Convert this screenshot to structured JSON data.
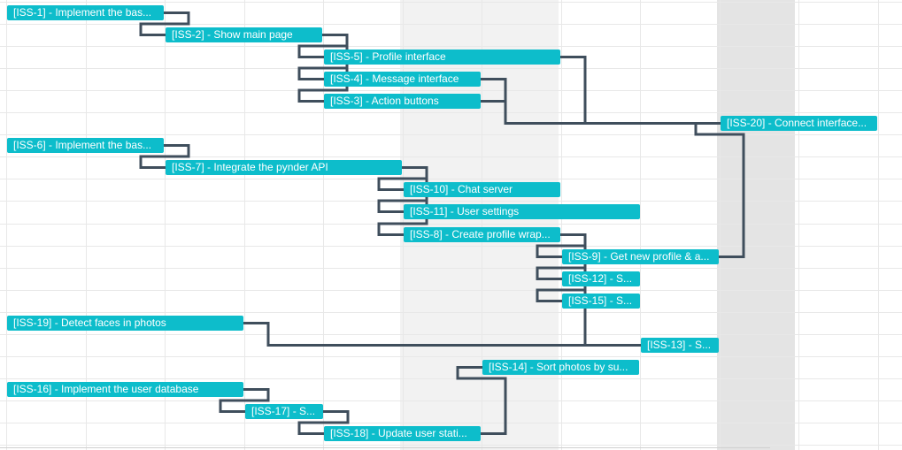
{
  "colors": {
    "bar": "#0dbdcb",
    "bar_text": "#ffffff",
    "link": "#3f4e5c",
    "grid": "#e8e8e8"
  },
  "tasks": [
    {
      "id": "ISS-1",
      "label": "[ISS-1] - Implement the bas..."
    },
    {
      "id": "ISS-2",
      "label": "[ISS-2] - Show main page"
    },
    {
      "id": "ISS-5",
      "label": "[ISS-5] - Profile interface"
    },
    {
      "id": "ISS-4",
      "label": "[ISS-4] - Message interface"
    },
    {
      "id": "ISS-3",
      "label": "[ISS-3] - Action buttons"
    },
    {
      "id": "ISS-20",
      "label": "[ISS-20] - Connect interface..."
    },
    {
      "id": "ISS-6",
      "label": "[ISS-6] - Implement the bas..."
    },
    {
      "id": "ISS-7",
      "label": "[ISS-7] - Integrate the pynder API"
    },
    {
      "id": "ISS-10",
      "label": "[ISS-10] - Chat server"
    },
    {
      "id": "ISS-11",
      "label": "[ISS-11] - User settings"
    },
    {
      "id": "ISS-8",
      "label": "[ISS-8] - Create profile wrap..."
    },
    {
      "id": "ISS-9",
      "label": "[ISS-9] - Get new profile & a..."
    },
    {
      "id": "ISS-12",
      "label": "[ISS-12] - S..."
    },
    {
      "id": "ISS-15",
      "label": "[ISS-15] - S..."
    },
    {
      "id": "ISS-19",
      "label": "[ISS-19] - Detect faces in photos"
    },
    {
      "id": "ISS-13",
      "label": "[ISS-13] - S..."
    },
    {
      "id": "ISS-14",
      "label": "[ISS-14] - Sort photos by su..."
    },
    {
      "id": "ISS-16",
      "label": "[ISS-16] - Implement the user database"
    },
    {
      "id": "ISS-17",
      "label": "[ISS-17] - S..."
    },
    {
      "id": "ISS-18",
      "label": "[ISS-18] - Update user stati..."
    }
  ],
  "links": [
    [
      "ISS-1",
      "ISS-2"
    ],
    [
      "ISS-2",
      "ISS-5"
    ],
    [
      "ISS-2",
      "ISS-4"
    ],
    [
      "ISS-2",
      "ISS-3"
    ],
    [
      "ISS-5",
      "ISS-20"
    ],
    [
      "ISS-4",
      "ISS-20"
    ],
    [
      "ISS-3",
      "ISS-20"
    ],
    [
      "ISS-9",
      "ISS-20"
    ],
    [
      "ISS-6",
      "ISS-7"
    ],
    [
      "ISS-7",
      "ISS-10"
    ],
    [
      "ISS-7",
      "ISS-11"
    ],
    [
      "ISS-7",
      "ISS-8"
    ],
    [
      "ISS-8",
      "ISS-9"
    ],
    [
      "ISS-8",
      "ISS-12"
    ],
    [
      "ISS-8",
      "ISS-15"
    ],
    [
      "ISS-8",
      "ISS-13"
    ],
    [
      "ISS-19",
      "ISS-13"
    ],
    [
      "ISS-16",
      "ISS-17"
    ],
    [
      "ISS-17",
      "ISS-18"
    ],
    [
      "ISS-18",
      "ISS-14"
    ]
  ]
}
